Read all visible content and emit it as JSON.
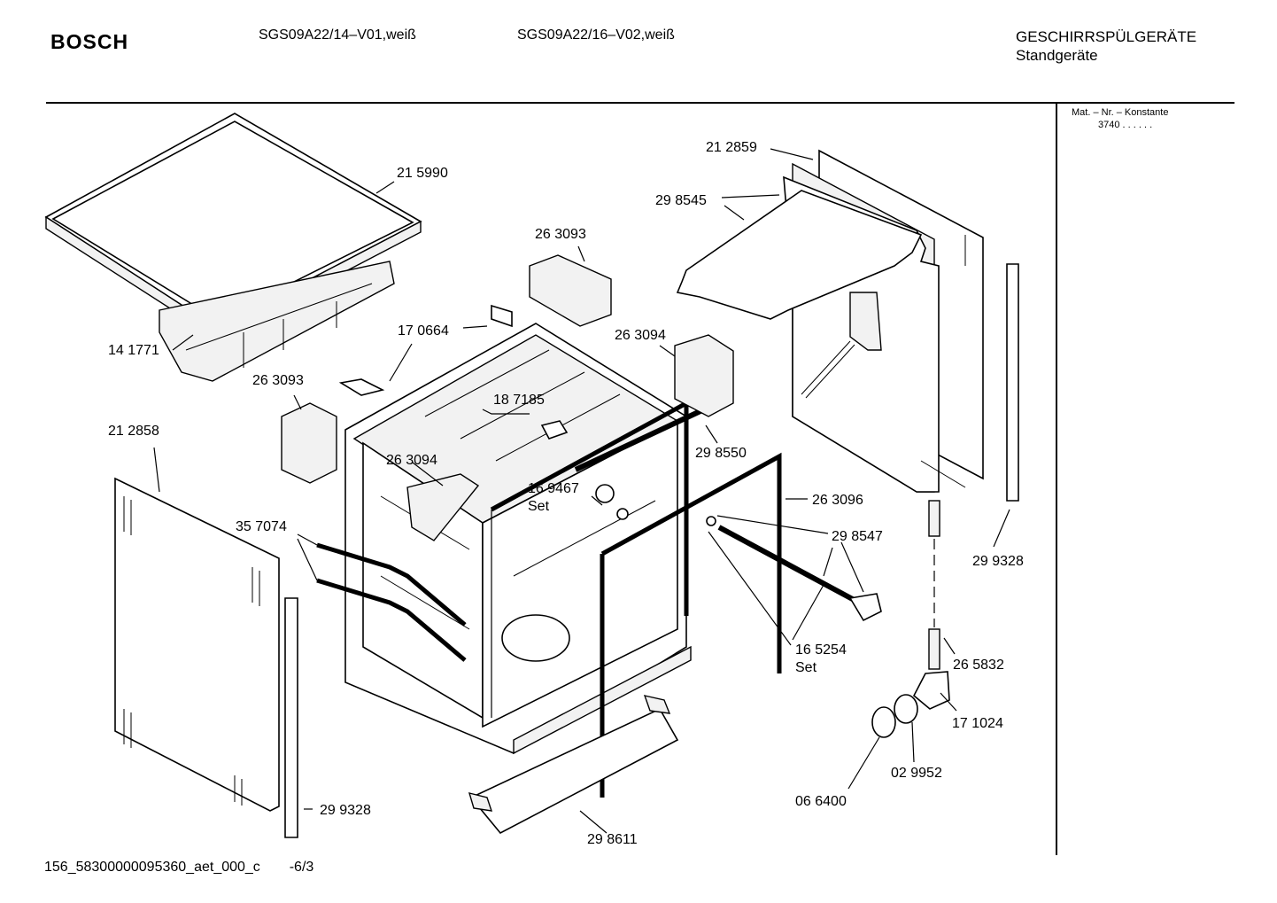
{
  "header": {
    "brand": "BOSCH",
    "model_1": "SGS09A22/14–V01,weiß",
    "model_2": "SGS09A22/16–V02,weiß",
    "category": "GESCHIRRSPÜLGERÄTE",
    "subcategory": "Standgeräte"
  },
  "sidebar": {
    "title": "Mat. – Nr. – Konstante",
    "value": "3740 . . . . . ."
  },
  "footer": {
    "doc_id": "156_58300000095360_aet_000_c",
    "page": "-6/3"
  },
  "parts": {
    "p215990": "21 5990",
    "p141771": "14 1771",
    "p263093a": "26 3093",
    "p170664": "17 0664",
    "p263094a": "26 3094",
    "p212859": "21 2859",
    "p298545": "29 8545",
    "p263093b": "26 3093",
    "p187185": "18 7185",
    "p212858": "21 2858",
    "p263094b": "26 3094",
    "p298550": "29 8550",
    "p169467": "16 9467",
    "p169467_set": "Set",
    "p263096": "26 3096",
    "p357074": "35 7074",
    "p298547": "29 8547",
    "p299328a": "29 9328",
    "p165254": "16 5254",
    "p165254_set": "Set",
    "p265832": "26 5832",
    "p171024": "17 1024",
    "p029952": "02 9952",
    "p066400": "06 6400",
    "p299328b": "29 9328",
    "p298611": "29 8611"
  }
}
